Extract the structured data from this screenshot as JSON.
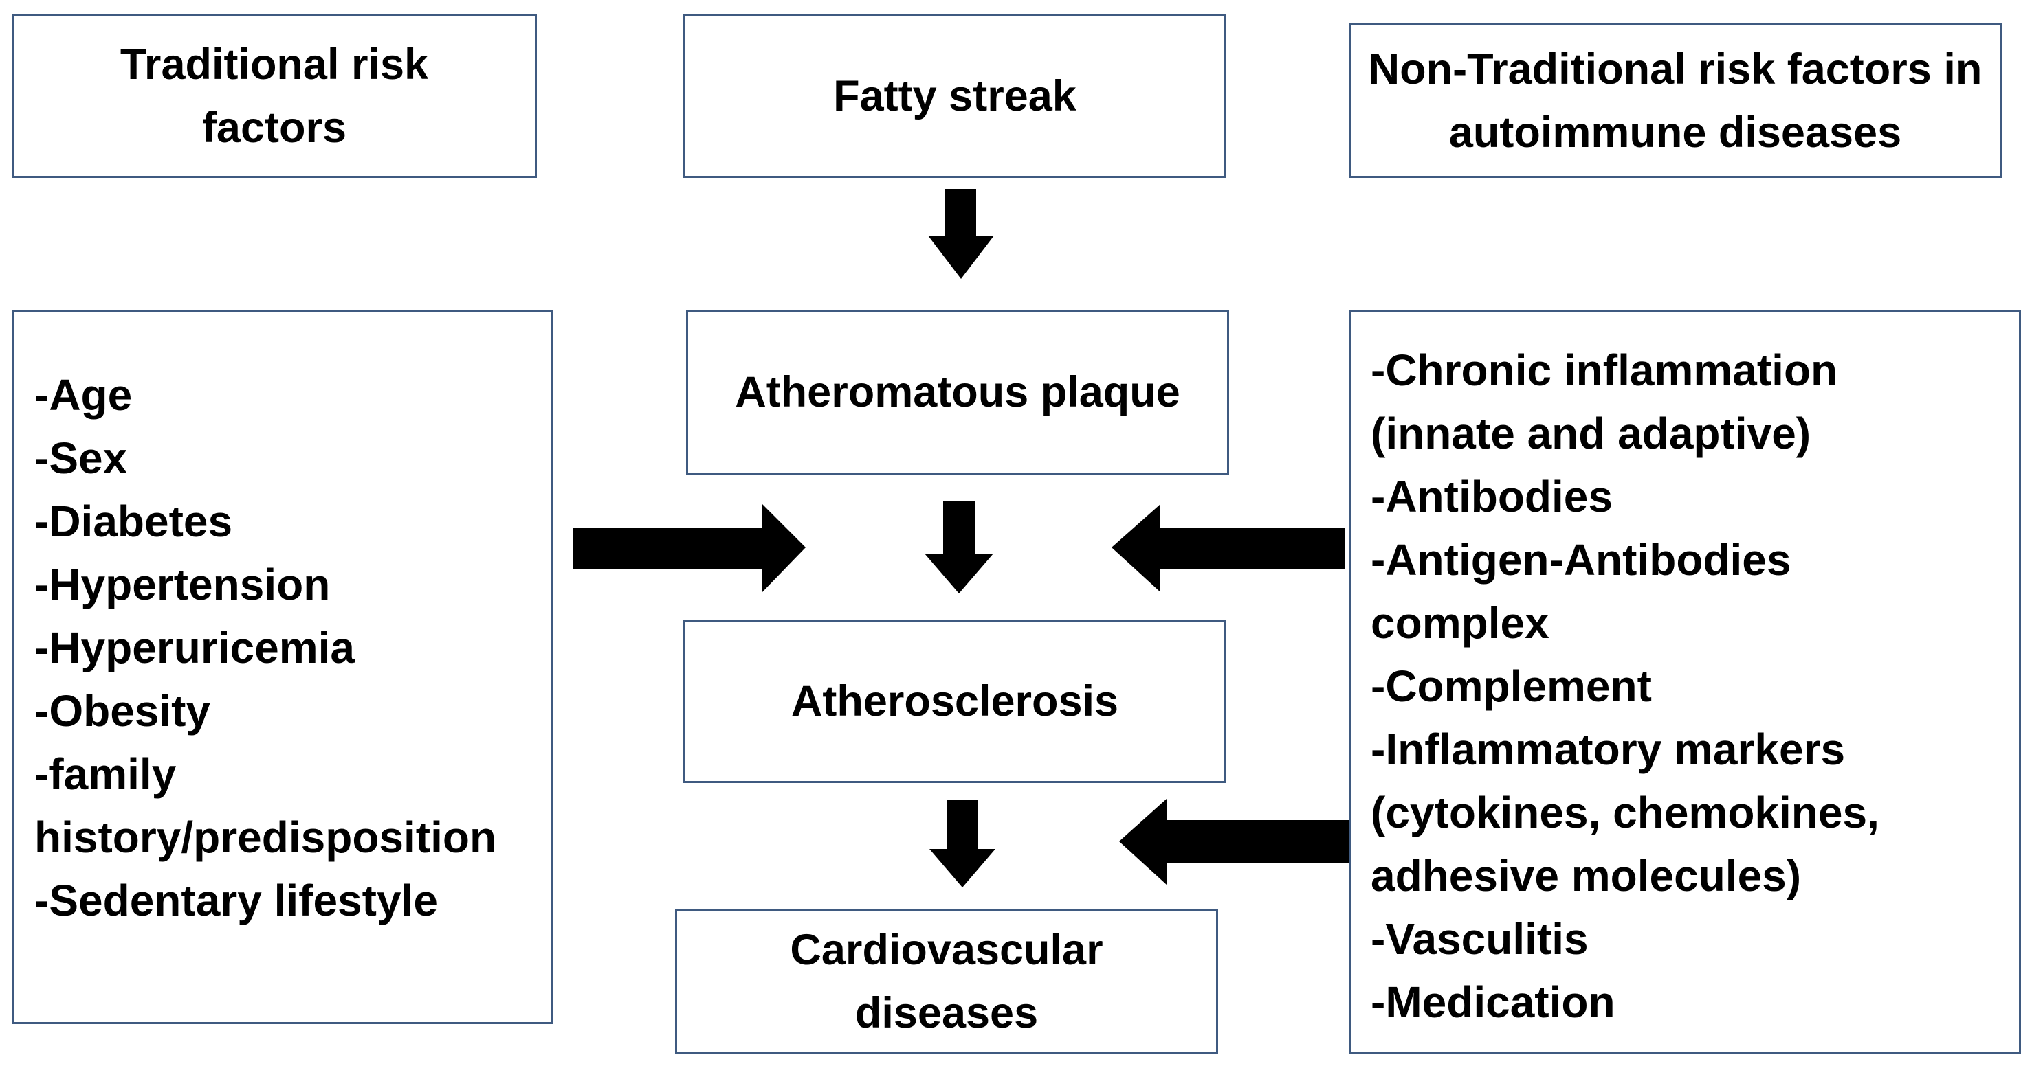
{
  "boxes": {
    "traditional_header": "Traditional risk factors",
    "fatty_streak": "Fatty streak",
    "nontraditional_header": "Non-Traditional risk factors in autoimmune diseases",
    "atheromatous_plaque": "Atheromatous plaque",
    "atherosclerosis": "Atherosclerosis",
    "cardiovascular": "Cardiovascular diseases"
  },
  "traditional_factors": [
    "-Age",
    "-Sex",
    "-Diabetes",
    "-Hypertension",
    "-Hyperuricemia",
    "-Obesity",
    "-family",
    "history/predisposition",
    "-Sedentary lifestyle"
  ],
  "nontraditional_factors": [
    "-Chronic inflammation",
    "(innate and adaptive)",
    "-Antibodies",
    "-Antigen-Antibodies",
    "complex",
    "-Complement",
    "-Inflammatory markers",
    "(cytokines, chemokines,",
    "adhesive molecules)",
    "-Vasculitis",
    "-Medication"
  ],
  "colors": {
    "box_border": "#3f5a80",
    "arrow_fill": "#000000"
  }
}
